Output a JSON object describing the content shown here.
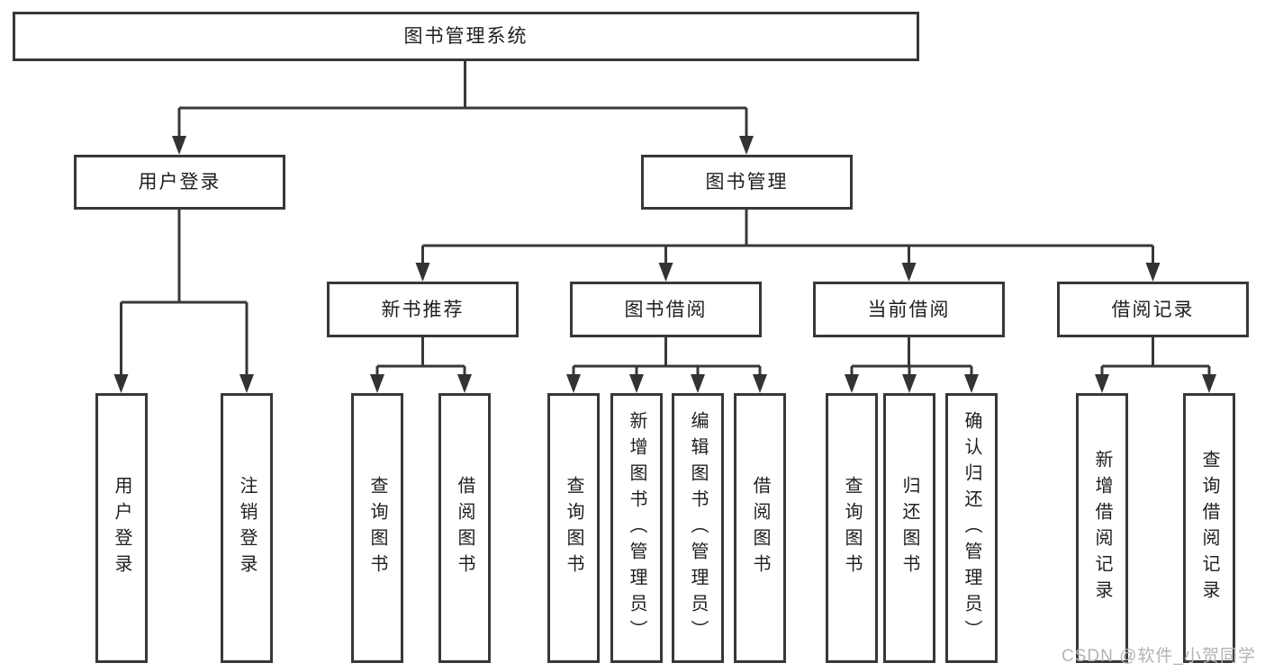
{
  "colors": {
    "line": "#383838",
    "text": "#1f1f1f",
    "watermark": "#b3b3b3",
    "background": "#ffffff"
  },
  "diagram": {
    "root": {
      "label": "图书管理系统"
    },
    "branches": [
      {
        "label": "用户登录",
        "children": [
          {
            "label": "用户登录"
          },
          {
            "label": "注销登录"
          }
        ]
      },
      {
        "label": "图书管理",
        "children": [
          {
            "label": "新书推荐",
            "children": [
              {
                "label": "查询图书"
              },
              {
                "label": "借阅图书"
              }
            ]
          },
          {
            "label": "图书借阅",
            "children": [
              {
                "label": "查询图书"
              },
              {
                "label": "新增图书（管理员）"
              },
              {
                "label": "编辑图书（管理员）"
              },
              {
                "label": "借阅图书"
              }
            ]
          },
          {
            "label": "当前借阅",
            "children": [
              {
                "label": "查询图书"
              },
              {
                "label": "归还图书"
              },
              {
                "label": "确认归还（管理员）"
              }
            ]
          },
          {
            "label": "借阅记录",
            "children": [
              {
                "label": "新增借阅记录"
              },
              {
                "label": "查询借阅记录"
              }
            ]
          }
        ]
      }
    ]
  },
  "watermark": "CSDN @软件_小贺同学"
}
